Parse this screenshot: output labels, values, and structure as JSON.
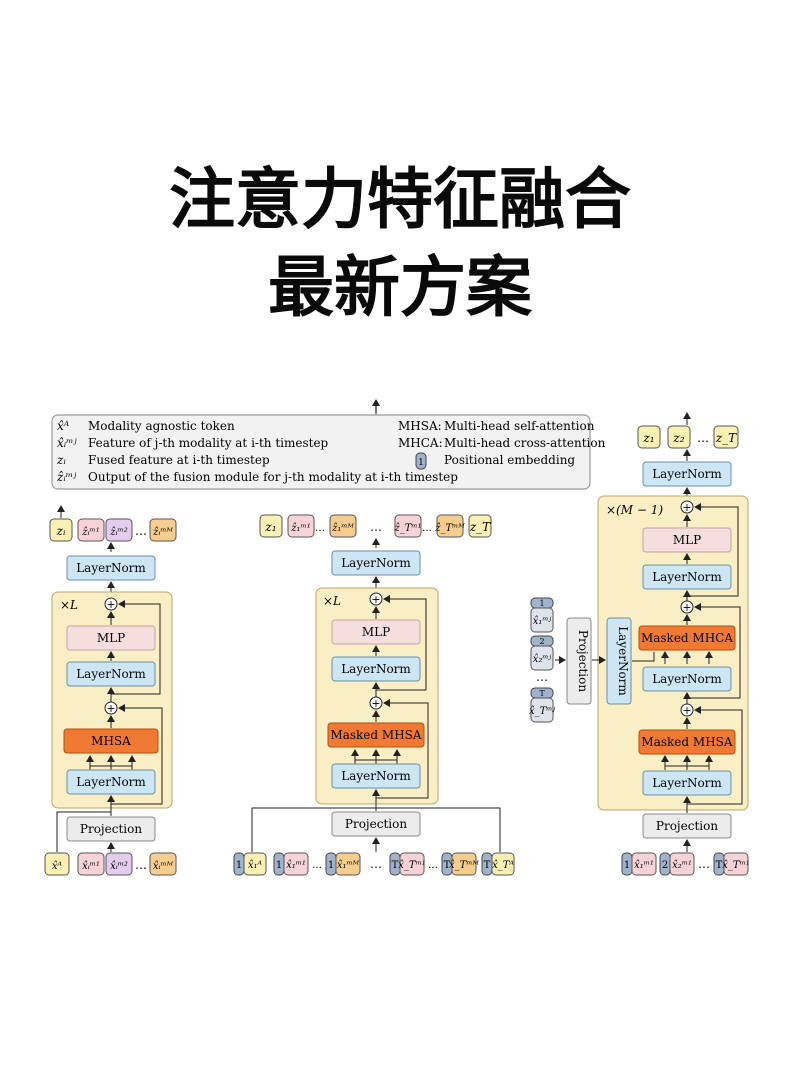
{
  "title": {
    "line1": "注意力特征融合",
    "line2": "最新方案"
  },
  "legend": {
    "left": [
      {
        "sym": "x̂ᴬ",
        "text": "Modality agnostic token"
      },
      {
        "sym": "x̂ᵢᵐʲ",
        "text": "Feature of j-th modality at i-th timestep"
      },
      {
        "sym": "zᵢ",
        "text": "Fused feature at i-th timestep"
      },
      {
        "sym": "ẑᵢᵐʲ",
        "text": "Output of the fusion module for j-th modality at i-th timestep"
      }
    ],
    "right": [
      {
        "sym": "MHSA:",
        "text": "Multi-head self-attention"
      },
      {
        "sym": "MHCA:",
        "text": "Multi-head cross-attention"
      },
      {
        "sym": "1",
        "text": "Positional embedding"
      }
    ]
  },
  "diagram_a": {
    "repeat": "×L",
    "layernorm_top": "LayerNorm",
    "mlp": "MLP",
    "layernorm_mid": "LayerNorm",
    "attn": "MHSA",
    "layernorm_bot": "LayerNorm",
    "projection": "Projection",
    "outputs": [
      "zᵢ",
      "ẑᵢᵐ¹",
      "ẑᵢᵐ²",
      "…",
      "ẑᵢᵐᴹ"
    ],
    "inputs": [
      "x̂ᴬ",
      "x̂ᵢᵐ¹",
      "x̂ᵢᵐ²",
      "…",
      "x̂ᵢᵐᴹ"
    ]
  },
  "diagram_b": {
    "repeat": "×L",
    "layernorm_top": "LayerNorm",
    "mlp": "MLP",
    "layernorm_mid": "LayerNorm",
    "attn": "Masked MHSA",
    "layernorm_bot": "LayerNorm",
    "projection": "Projection",
    "outputs": [
      "z₁",
      "ẑ₁ᵐ¹",
      "…",
      "ẑ₁ᵐᴹ",
      "…",
      "ẑ_Tᵐ¹",
      "…",
      "ẑ_Tᵐᴹ",
      "z_T"
    ],
    "inputs": [
      "1",
      "x̂₁ᴬ",
      "1",
      "x̂₁ᵐ¹",
      "…",
      "1",
      "x̂₁ᵐᴹ",
      "…",
      "T",
      "x̂_Tᵐ¹",
      "…",
      "T",
      "x̂_Tᵐᴹ",
      "T",
      "x̂_Tᴬ"
    ]
  },
  "diagram_c": {
    "repeat": "×(M − 1)",
    "layernorm_top": "LayerNorm",
    "mlp": "MLP",
    "layernorm_mid": "LayerNorm",
    "cross": "Masked MHCA",
    "layernorm_cross": "LayerNorm",
    "attn": "Masked MHSA",
    "layernorm_bot": "LayerNorm",
    "projection": "Projection",
    "side_projection": "Projection",
    "side_layernorm": "LayerNorm",
    "outputs": [
      "z₁",
      "z₂",
      "…",
      "z_T"
    ],
    "inputs": [
      "1",
      "x̂₁ᵐ¹",
      "2",
      "x̂₂ᵐ¹",
      "…",
      "T",
      "x̂_Tᵐ¹"
    ],
    "side_inputs": [
      "1",
      "x̂₁ᵐʲ",
      "2",
      "x̂₂ᵐʲ",
      "…",
      "T",
      "x̂_Tᵐʲ"
    ]
  },
  "colors": {
    "blue_box": "#cde6f5",
    "orange_box": "#f07a34",
    "pink_box": "#f6dede",
    "yellow_bg": "#faeec4",
    "gray_box": "#ececec",
    "token_yellow": "#fbf0b4",
    "token_pink": "#f7d3d8",
    "token_purple": "#e3cdee",
    "token_orange": "#f7cd8f",
    "pos_blue": "#9fb3cc"
  }
}
